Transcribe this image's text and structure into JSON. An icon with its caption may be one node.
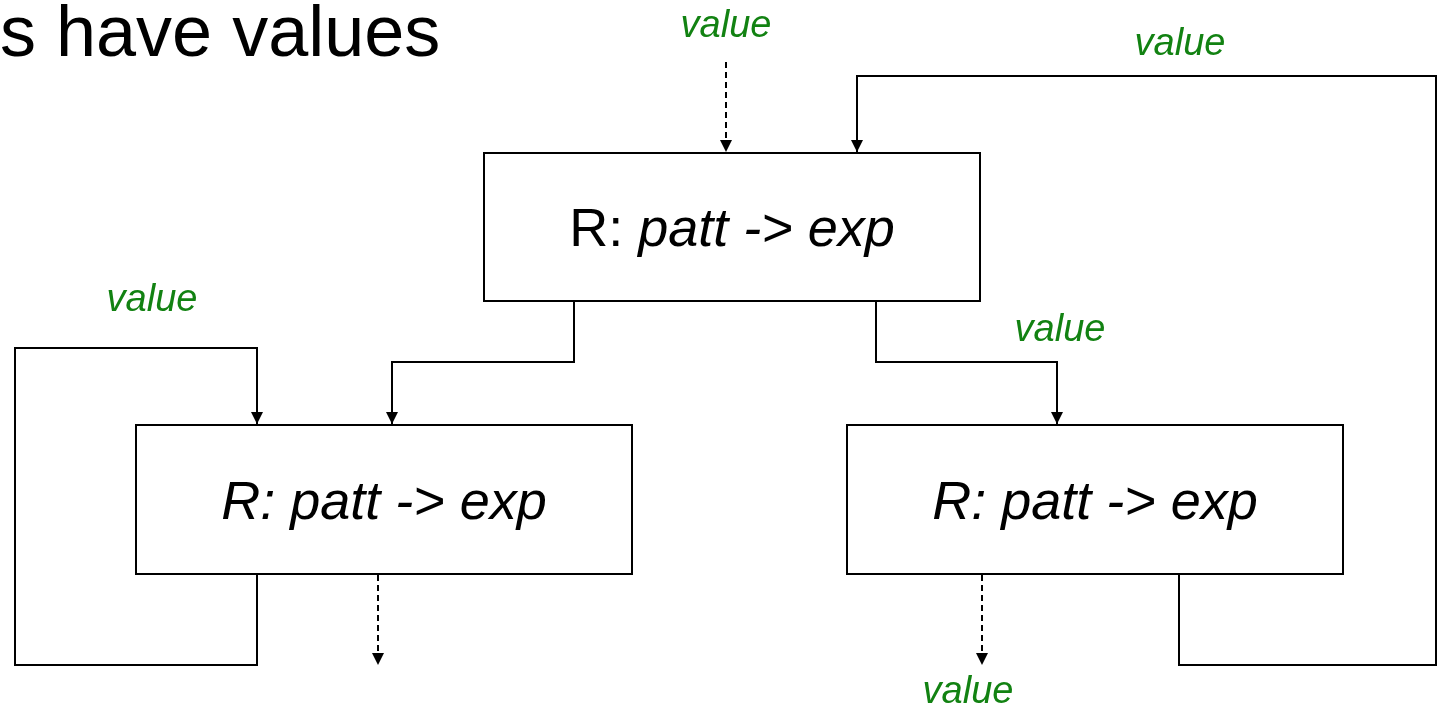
{
  "diagram": {
    "title": "s have values",
    "nodes": [
      {
        "text": [
          "R: *patt -> exp*"
        ]
      },
      {
        "text": [
          "R: patt -> exp"
        ]
      },
      {
        "text": [
          "R: patt -> exp"
        ]
      }
    ],
    "edges": [
      {
        "from": null,
        "to": 0,
        "arrow": "to",
        "label": "value",
        "style": "dashed"
      },
      {
        "from": 2,
        "to": 0,
        "arrow": "to",
        "label": "value"
      },
      {
        "from": 0,
        "to": 1,
        "arrow": "to"
      },
      {
        "from": 0,
        "to": 2,
        "arrow": "to",
        "label": "value"
      },
      {
        "from": 1,
        "to": 1,
        "arrow": "to",
        "label": "value"
      },
      {
        "from": 1,
        "to": null,
        "arrow": "to",
        "style": "dashed"
      },
      {
        "from": 2,
        "to": null,
        "arrow": "to",
        "label": "value",
        "style": "dashed"
      }
    ]
  }
}
